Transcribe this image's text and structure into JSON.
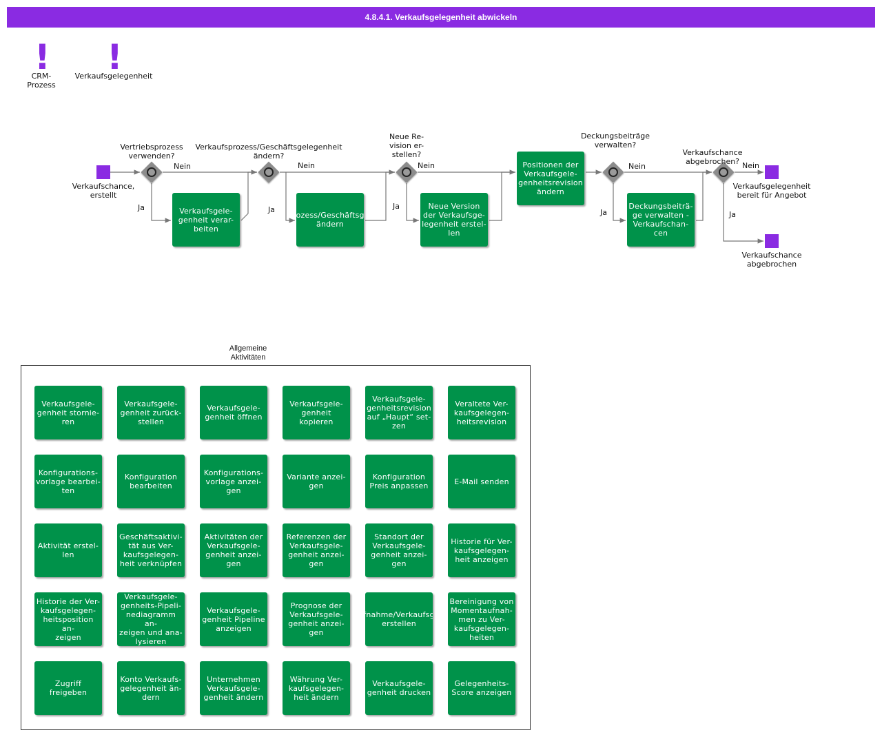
{
  "header": {
    "title": "4.8.4.1. Verkaufsgelegenheit abwickeln"
  },
  "legend": {
    "crm_label": "CRM-\nProzess",
    "vg_label": "Verkaufsgelegenheit"
  },
  "events": {
    "start": "Verkaufschance, erstellt",
    "end_ready": "Verkaufsgelegenheit bereit für Angebot",
    "end_abort": "Verkaufschance abgebrochen"
  },
  "gateways": {
    "g1": "Vertriebsprozess verwenden?",
    "g2": "Verkaufsprozess/Geschäftsgelegenheit ändern?",
    "g3": "Neue Re-\nvision er-\nstellen?",
    "g4": "Deckungsbeiträge verwalten?",
    "g5": "Verkaufschance abgebrochen?"
  },
  "flow_labels": {
    "yes": "Ja",
    "no": "Nein"
  },
  "tasks": {
    "t1": "Verkaufsgele-\ngenheit verar-\nbeiten",
    "t2": "Verkaufsprozess/Geschäftsgelegenheit\nändern",
    "t3": "Neue Version\nder Verkaufsge-\nlegenheit erstel-\nlen",
    "t4": "Positionen der\nVerkaufsgele-\ngenheitsrevision\nändern",
    "t5": "Deckungsbeiträ-\nge verwalten -\nVerkaufschan-\ncen"
  },
  "group": {
    "title": "Allgemeine\nAktivitäten",
    "items": [
      "Verkaufsgele-\ngenheit stornie-\nren",
      "Verkaufsgele-\ngenheit zurück-\nstellen",
      "Verkaufsgele-\ngenheit öffnen",
      "Verkaufsgele-\ngenheit kopieren",
      "Verkaufsgele-\ngenheitsrevision\nauf „Haupt“ set-\nzen",
      "Veraltete Ver-\nkaufsgelegen-\nheitsrevision",
      "Konfigurations-\nvorlage bearbei-\nten",
      "Konfiguration\nbearbeiten",
      "Konfigurations-\nvorlage anzei-\ngen",
      "Variante anzei-\ngen",
      "Konfiguration\nPreis anpassen",
      "E-Mail senden",
      "Aktivität erstel-\nlen",
      "Geschäftsaktivi-\ntät aus Ver-\nkaufsgelegen-\nheit verknüpfen",
      "Aktivitäten der\nVerkaufsgele-\ngenheit anzei-\ngen",
      "Referenzen der\nVerkaufsgele-\ngenheit anzei-\ngen",
      "Standort der\nVerkaufsgele-\ngenheit anzei-\ngen",
      "Historie für Ver-\nkaufsgelegen-\nheit anzeigen",
      "Historie der Ver-\nkaufsgelegen-\nheitsposition an-\nzeigen",
      "Verkaufsgele-\ngenheits-Pipeli-\nnediagramm an-\nzeigen und ana-\nlysieren",
      "Verkaufsgele-\ngenheit Pipeline\nanzeigen",
      "Prognose der\nVerkaufsgele-\ngenheit anzei-\ngen",
      "Momentaufnahme/Verkaufsgelegenheit\nerstellen",
      "Bereinigung von\nMomentaufnah-\nmen zu Ver-\nkaufsgelegen-\nheiten",
      "Zugriff freigeben",
      "Konto Verkaufs-\ngelegenheit än-\ndern",
      "Unternehmen\nVerkaufsgele-\ngenheit ändern",
      "Währung Ver-\nkaufsgelegen-\nheit ändern",
      "Verkaufsgele-\ngenheit drucken",
      "Gelegenheits-\nScore anzeigen"
    ]
  },
  "colors": {
    "purple": "#8a2be2",
    "green": "#00924a",
    "gateway": "#8c8c8c"
  }
}
